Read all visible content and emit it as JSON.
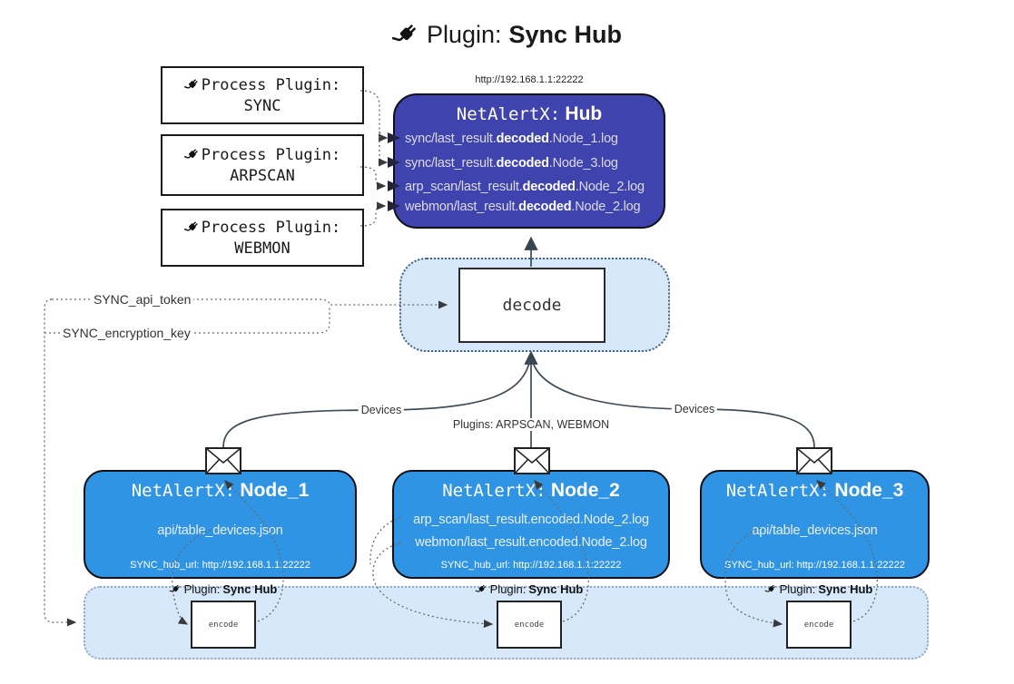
{
  "title": {
    "prefix": "Plugin:",
    "name": "Sync Hub"
  },
  "hub": {
    "url": "http://192.168.1.1:22222",
    "name_prefix": "NetAlertX:",
    "name": "Hub",
    "log_lines": [
      {
        "pre": "sync/last_result.",
        "bold": "decoded",
        "post": ".Node_1.log"
      },
      {
        "pre": "sync/last_result.",
        "bold": "decoded",
        "post": ".Node_3.log"
      },
      {
        "pre": "arp_scan/last_result.",
        "bold": "decoded",
        "post": ".Node_2.log"
      },
      {
        "pre": "webmon/last_result.",
        "bold": "decoded",
        "post": ".Node_2.log"
      }
    ]
  },
  "process_plugins": [
    {
      "label": "Process Plugin:",
      "name": "SYNC"
    },
    {
      "label": "Process Plugin:",
      "name": "ARPSCAN"
    },
    {
      "label": "Process Plugin:",
      "name": "WEBMON"
    }
  ],
  "config_labels": {
    "api_token": "SYNC_api_token",
    "encryption_key": "SYNC_encryption_key"
  },
  "edge_labels": {
    "devices_left": "Devices",
    "plugins_middle": "Plugins: ARPSCAN, WEBMON",
    "devices_right": "Devices"
  },
  "decode_label": "decode",
  "encode_label": "encode",
  "sync_hub_plugin_label": {
    "prefix": "Plugin:",
    "name": "Sync Hub"
  },
  "nodes": [
    {
      "name_prefix": "NetAlertX:",
      "name": "Node_1",
      "lines": [
        "api/table_devices.json"
      ],
      "footer": "SYNC_hub_url: http://192.168.1.1:22222"
    },
    {
      "name_prefix": "NetAlertX:",
      "name": "Node_2",
      "lines": [
        "arp_scan/last_result.encoded.Node_2.log",
        "webmon/last_result.encoded.Node_2.log"
      ],
      "footer": "SYNC_hub_url: http://192.168.1.1:22222"
    },
    {
      "name_prefix": "NetAlertX:",
      "name": "Node_3",
      "lines": [
        "api/table_devices.json"
      ],
      "footer": "SYNC_hub_url: http://192.168.1.1:22222"
    }
  ],
  "colors": {
    "hub_bg": "#3F43AD",
    "node_bg": "#2F94E4",
    "band_bg": "#D6E8F9",
    "band_border": "#93A9C2",
    "decode_border": "#46627D",
    "arrow": "#36454F",
    "dotted_line": "#6A6A6A"
  }
}
